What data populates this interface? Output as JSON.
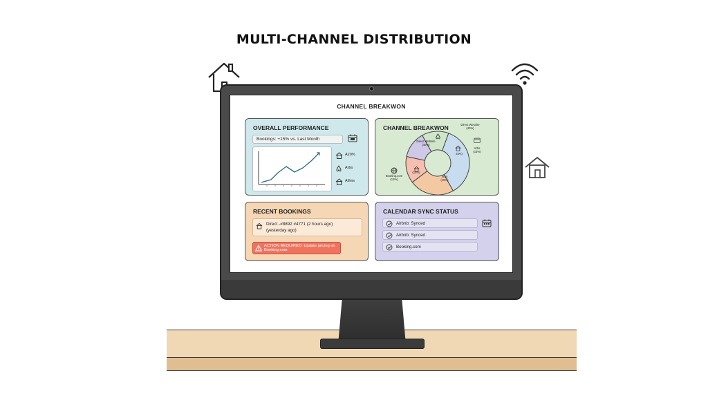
{
  "title": "MULTI-CHANNEL DISTRIBUTION",
  "screen": {
    "title": "CHANNEL BREAKWON"
  },
  "overall_performance": {
    "title": "OVERALL PERFORMANCE",
    "bookings_label": "Bookings: +15% vs. Last Month",
    "legend": [
      {
        "icon": "house-icon",
        "label": "A20%"
      },
      {
        "icon": "airbnb-icon",
        "label": "Arbo"
      },
      {
        "icon": "house-icon",
        "label": "Atfms"
      }
    ]
  },
  "channel_breakdown": {
    "title": "CHANNEL BREAKWON",
    "labels": {
      "direct_website_outer": "Direct Wesoite\n(40%)",
      "direct_website_inner": "Direct Website\n(40%)",
      "airbnb": "25%)",
      "vrbo": "Vrbo\n(15%)",
      "booking_com_inner": "(15%)",
      "booking_com_outer": "Booking.com\n(15%)",
      "vrbo_bottom": "Vrbo\n(15%)"
    }
  },
  "chart_data": {
    "type": "pie",
    "title": "CHANNEL BREAKWON",
    "categories": [
      "Direct Website",
      "Airbnb",
      "Vrbo",
      "Booking.com",
      "Vrbo"
    ],
    "values": [
      40,
      25,
      15,
      15,
      15
    ],
    "colors": [
      "#c8dcef",
      "#f3c9a4",
      "#f6bfb0",
      "#cfc8e6",
      "#cfe6c9"
    ]
  },
  "recent_bookings": {
    "title": "RECENT BOOKINGS",
    "booking_line1": "Direct -#8892  #4771 (2 hours ago)",
    "booking_line2": "(yesterday ago)",
    "alert": "ACTION REQUIRED: Update pricing on Booking.com"
  },
  "calendar_sync": {
    "title": "CALENDAR SYNC STATUS",
    "items": [
      {
        "label": "Airbnb: Synced"
      },
      {
        "label": "Airbnb: Synced"
      },
      {
        "label": "Booking.com"
      }
    ]
  },
  "colors": {
    "performance_card": "#cfe8ec",
    "channel_card": "#d8ead2",
    "recent_card": "#f6d7b5",
    "sync_card": "#d3d1ec",
    "alert": "#f0735f",
    "desk": "#f1d8b4"
  }
}
